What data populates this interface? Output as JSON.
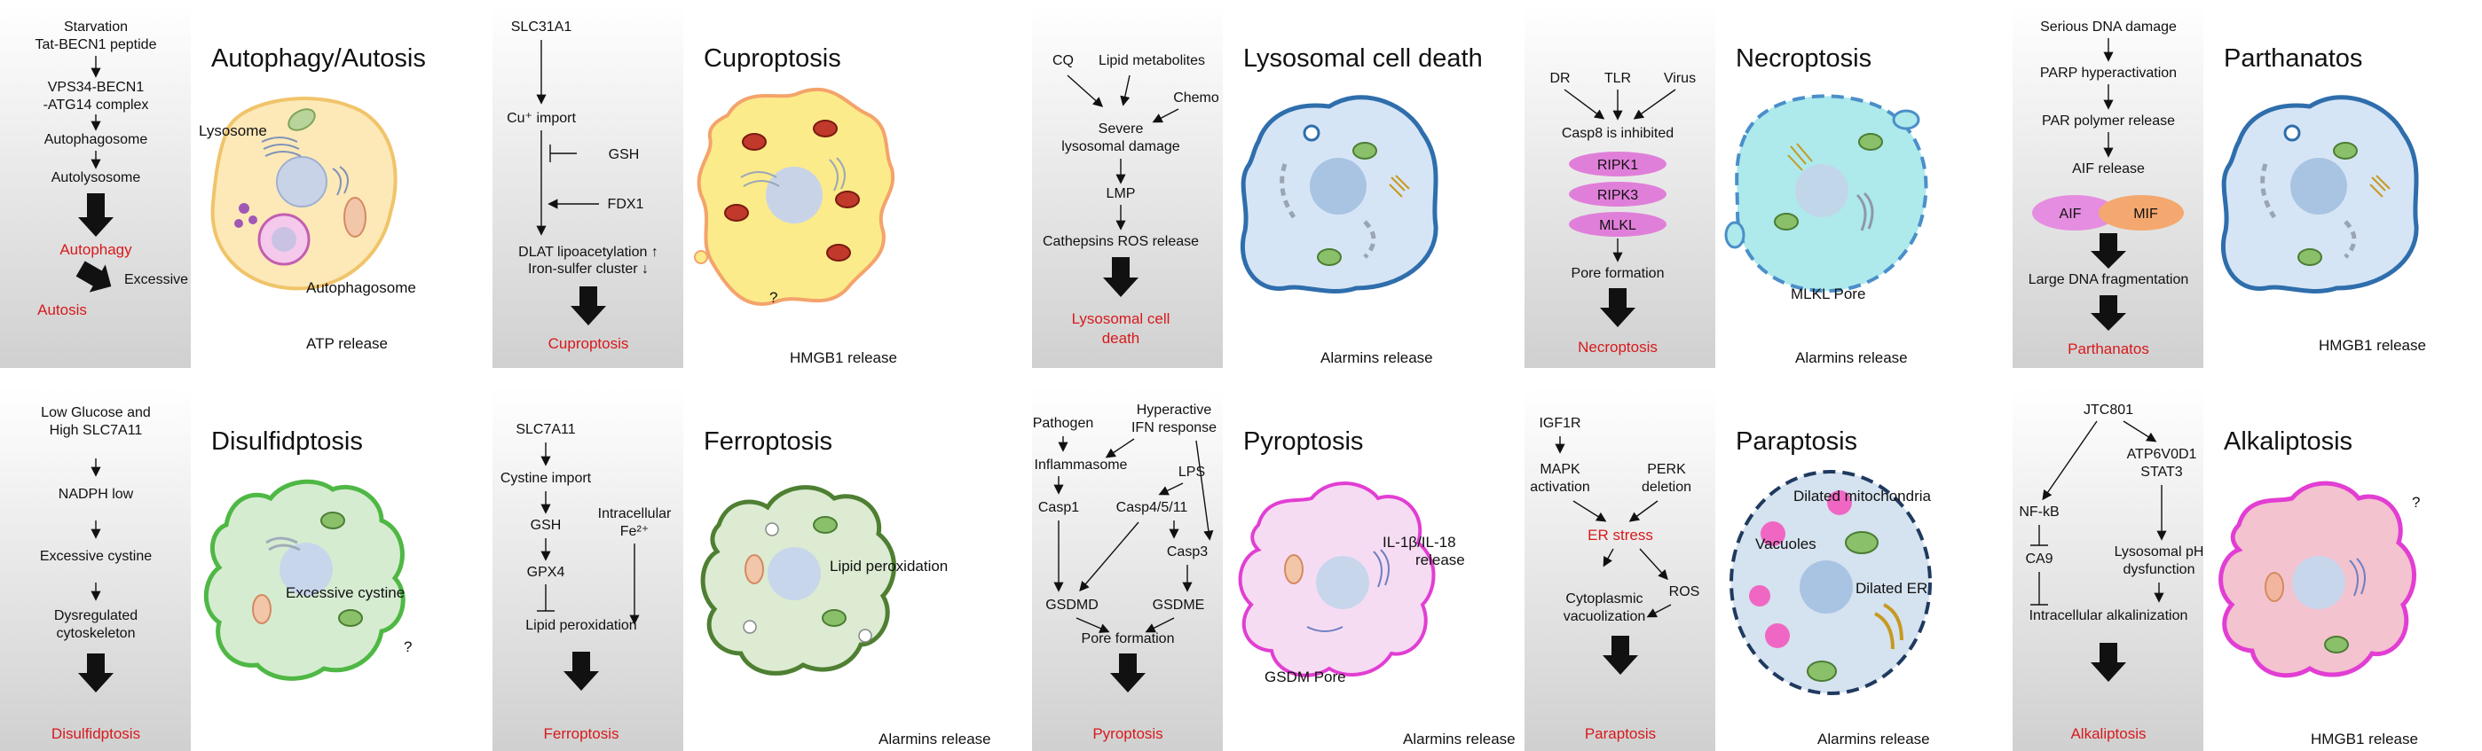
{
  "panels": [
    {
      "title": "Autophagy/Autosis",
      "release": "ATP release",
      "pathway": [
        "Starvation",
        "Tat-BECN1 peptide",
        "VPS34-BECN1",
        "-ATG14 complex",
        "Autophagosome",
        "Autolysosome",
        "Autophagy",
        "Excessive",
        "Autosis"
      ],
      "cell_labels": [
        "Lysosome",
        "Autophagosome"
      ]
    },
    {
      "title": "Cuproptosis",
      "release": "HMGB1 release",
      "pathway": [
        "SLC31A1",
        "Cu⁺ import",
        "GSH",
        "FDX1",
        "DLAT lipoacetylation ↑",
        "Iron-sulfer cluster ↓",
        "Cuproptosis"
      ],
      "cell_labels": [
        "?"
      ]
    },
    {
      "title": "Lysosomal cell death",
      "release": "Alarmins release",
      "pathway": [
        "CQ",
        "Lipid metabolites",
        "Chemo",
        "Severe",
        "lysosomal damage",
        "LMP",
        "Cathepsins ROS release",
        "Lysosomal cell",
        "death"
      ],
      "cell_labels": []
    },
    {
      "title": "Necroptosis",
      "release": "Alarmins release",
      "pathway": [
        "DR",
        "TLR",
        "Virus",
        "Casp8 is inhibited",
        "RIPK1",
        "RIPK3",
        "MLKL",
        "Pore formation",
        "Necroptosis"
      ],
      "cell_labels": [
        "MLKL Pore"
      ]
    },
    {
      "title": "Parthanatos",
      "release": "HMGB1 release",
      "pathway": [
        "Serious DNA damage",
        "PARP hyperactivation",
        "PAR polymer release",
        "AIF release",
        "AIF",
        "MIF",
        "Large DNA fragmentation",
        "Parthanatos"
      ],
      "cell_labels": []
    },
    {
      "title": "Disulfidptosis",
      "release": "",
      "pathway": [
        "Low Glucose and",
        "High SLC7A11",
        "NADPH low",
        "Excessive cystine",
        "Dysregulated",
        "cytoskeleton",
        "Disulfidptosis"
      ],
      "cell_labels": [
        "Excessive cystine",
        "?"
      ]
    },
    {
      "title": "Ferroptosis",
      "release": "Alarmins release",
      "pathway": [
        "SLC7A11",
        "Cystine import",
        "GSH",
        "GPX4",
        "Intracellular",
        "Fe²⁺",
        "Lipid peroxidation",
        "Ferroptosis"
      ],
      "cell_labels": [
        "Lipid peroxidation"
      ]
    },
    {
      "title": "Pyroptosis",
      "release": "Alarmins release",
      "pathway": [
        "Pathogen",
        "Hyperactive",
        "IFN response",
        "Inflammasome",
        "LPS",
        "Casp1",
        "Casp4/5/11",
        "Casp3",
        "GSDMD",
        "GSDME",
        "Pore formation",
        "Pyroptosis"
      ],
      "cell_labels": [
        "IL-1β/IL-18",
        "release",
        "GSDM Pore"
      ]
    },
    {
      "title": "Paraptosis",
      "release": "Alarmins release",
      "pathway": [
        "IGF1R",
        "MAPK",
        "activation",
        "PERK",
        "deletion",
        "ER stress",
        "ROS",
        "Cytoplasmic",
        "vacuolization",
        "Paraptosis"
      ],
      "cell_labels": [
        "Dilated mitochondria",
        "Vacuoles",
        "Dilated ER"
      ]
    },
    {
      "title": "Alkaliptosis",
      "release": "HMGB1 release",
      "pathway": [
        "JTC801",
        "ATP6V0D1",
        "STAT3",
        "NF-kB",
        "CA9",
        "Lysosomal pH",
        "dysfunction",
        "Intracellular alkalinization",
        "Alkaliptosis"
      ],
      "cell_labels": [
        "?"
      ]
    }
  ]
}
